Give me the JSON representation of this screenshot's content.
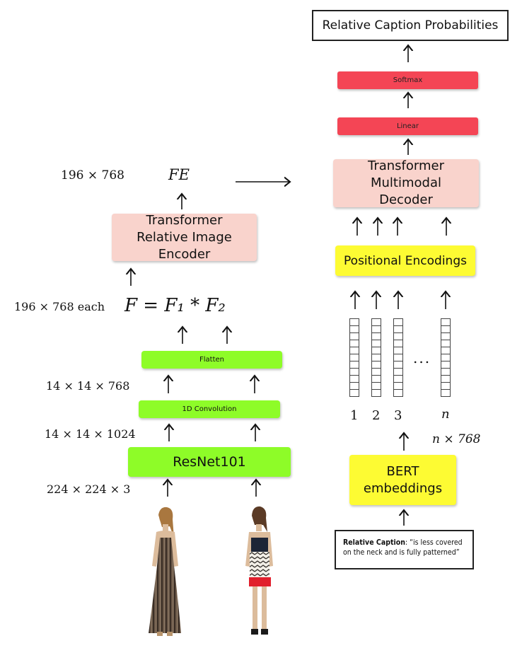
{
  "output": {
    "label": "Relative Caption Probabilities"
  },
  "decoder_stack": {
    "softmax": "Softmax",
    "linear": "Linear",
    "decoder": "Transformer Multimodal Decoder",
    "positional": "Positional Encodings",
    "bert": "BERT embeddings"
  },
  "encoder_stack": {
    "encoder": "Transformer Relative Image Encoder",
    "flatten": "Flatten",
    "conv": "1D Convolution",
    "resnet": "ResNet101"
  },
  "dims": {
    "fe_dim": "196 × 768",
    "fe_symbol": "FE",
    "f_dim": "196 × 768 each",
    "f_formula": "F = F₁ * F₂",
    "conv_dim": "14 × 14 × 768",
    "resnet_dim": "14 × 14 × 1024",
    "input_dim": "224 × 224 × 3",
    "bert_dim": "n × 768"
  },
  "token_indices": [
    "1",
    "2",
    "3",
    "n"
  ],
  "ellipsis": "...",
  "caption": {
    "label": "Relative Caption",
    "text": ": “is less covered on the neck and is fully patterned”"
  },
  "images": [
    "dress-striped-maxi",
    "dress-chevron-mini"
  ],
  "colors": {
    "pink": "#f9d3cc",
    "red": "#f44555",
    "green": "#8efc28",
    "yellow": "#fdfb33"
  }
}
